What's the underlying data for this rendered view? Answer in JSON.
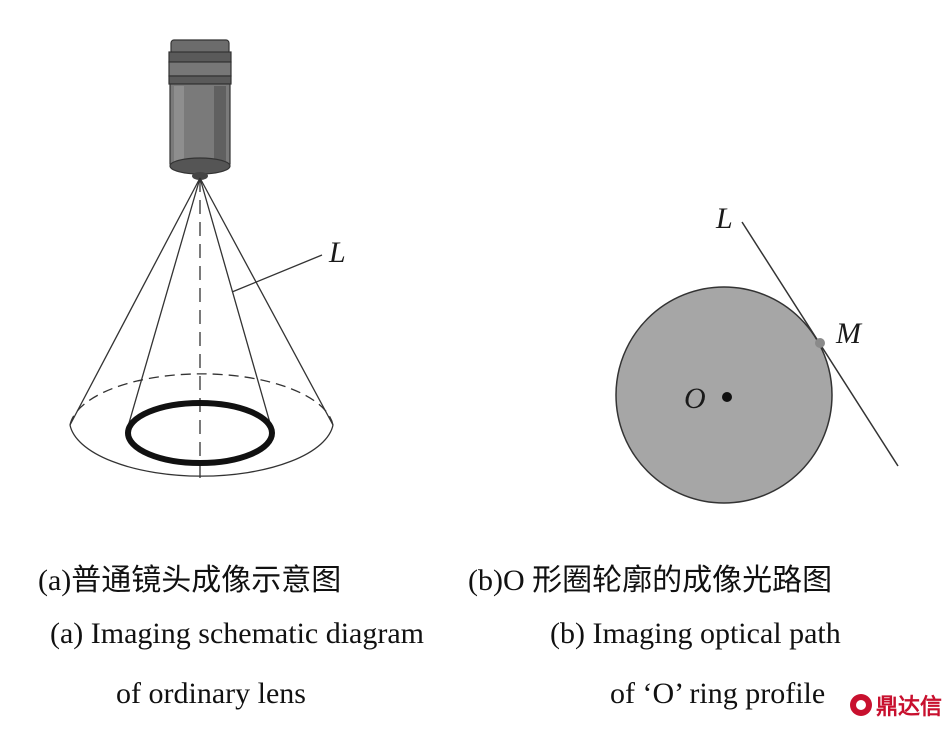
{
  "diagram_a": {
    "label_L": "L"
  },
  "diagram_b": {
    "label_L": "L",
    "label_M": "M",
    "label_O": "O"
  },
  "captions": {
    "a_cn": "(a)普通镜头成像示意图",
    "b_cn": "(b)O 形圈轮廓的成像光路图",
    "a_en_line1": "(a) Imaging schematic diagram",
    "a_en_line2": "of ordinary lens",
    "b_en_line1": "(b) Imaging optical path",
    "b_en_line2": "of ‘O’ ring profile"
  },
  "watermark": {
    "text": "鼎达信"
  },
  "colors": {
    "camera_body": "#7a7a7a",
    "camera_dark": "#4a4a4a",
    "disk_fill": "#a6a6a6",
    "line": "#333333",
    "ring": "#111111",
    "watermark": "#c8102e"
  }
}
